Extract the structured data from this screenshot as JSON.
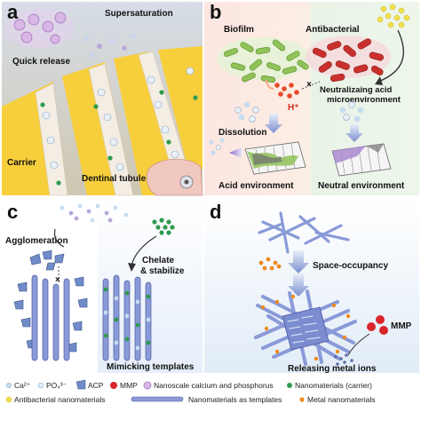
{
  "panels": {
    "a": {
      "letter": "a",
      "supersaturation": "Supersaturation",
      "quick_release": "Quick release",
      "carrier": "Carrier",
      "dentinal_tubule": "Dentinal tubule"
    },
    "b": {
      "letter": "b",
      "biofilm": "Biofilm",
      "antibacterial": "Antibacterial",
      "h_plus": "H⁺",
      "neutralizing_line1": "Neutralizaing acid",
      "neutralizing_line2": "microenvironment",
      "dissolution": "Dissolution",
      "acid_env": "Acid environment",
      "neutral_env": "Neutral environment"
    },
    "c": {
      "letter": "c",
      "agglomeration": "Agglomeration",
      "chelate_line1": "Chelate",
      "chelate_line2": "& stabilize",
      "mimicking": "Mimicking templates"
    },
    "d": {
      "letter": "d",
      "space_occupancy": "Space-occupancy",
      "mmp": "MMP",
      "releasing": "Releasing metal ions"
    }
  },
  "legend": {
    "ca": "Ca²⁺",
    "po4": "PO₄³⁻",
    "acp": "ACP",
    "mmp": "MMP",
    "nano_ca_p": "Nanoscale calcium and phosphorus",
    "nano_carrier": "Nanomaterials (carrier)",
    "antibacterial_nano": "Antibacterial nanomaterials",
    "nano_templates": "Nanomaterials as templates",
    "metal_nano": "Metal nanomaterials"
  },
  "colors": {
    "ca": "#a9c6e8",
    "po4": "#7fb2d6",
    "acp": "#6f8cc8",
    "mmp": "#d9262b",
    "nano_ca_p": "#c9a0dc",
    "nano_carrier": "#2e9b4f",
    "antibacterial": "#f2e14a",
    "template_rod": "#8a9ad8",
    "metal": "#f08a1c",
    "biofilm_bacteria": "#8fc257",
    "red_bacteria": "#c9302c",
    "h_plus": "#e84a2a",
    "carrier_band": "#f7cf3c",
    "tubule": "#f1c8c0"
  }
}
